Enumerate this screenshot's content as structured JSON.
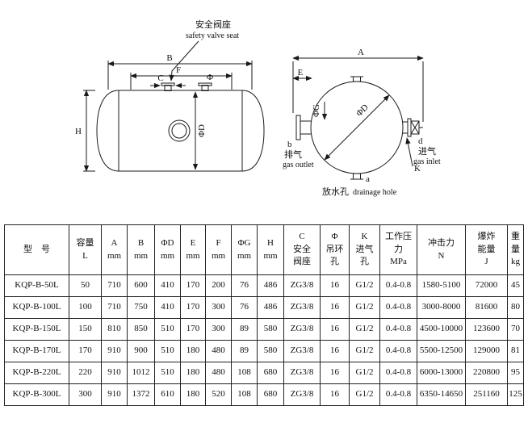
{
  "colors": {
    "line": "#1a1a1a",
    "text": "#111111",
    "background": "#ffffff"
  },
  "diagram": {
    "side_view": {
      "callout_zh": "安全阀座",
      "callout_en": "safety valve seat",
      "dim_B": "B",
      "dim_F": "F",
      "dim_C": "C",
      "dim_phi": "Φ",
      "dim_H": "H",
      "dim_phiD": "ΦD"
    },
    "end_view": {
      "dim_A": "A",
      "dim_E": "E",
      "dim_phiG": "ΦG",
      "dim_phiD": "ΦD",
      "dim_K": "K",
      "outlet_letter": "b",
      "outlet_zh": "排气",
      "outlet_en": "gas outlet",
      "inlet_letter": "d",
      "inlet_zh": "进气",
      "inlet_en": "gas inlet",
      "drain_letter": "a",
      "drain_zh": "放水孔",
      "drain_en": "drainage hole"
    }
  },
  "table": {
    "headers": [
      [
        "型　号"
      ],
      [
        "容量",
        "L"
      ],
      [
        "A",
        "mm"
      ],
      [
        "B",
        "mm"
      ],
      [
        "ΦD",
        "mm"
      ],
      [
        "E",
        "mm"
      ],
      [
        "F",
        "mm"
      ],
      [
        "ΦG",
        "mm"
      ],
      [
        "H",
        "mm"
      ],
      [
        "C",
        "安全",
        "阀座"
      ],
      [
        "Φ",
        "吊环",
        "孔"
      ],
      [
        "K",
        "进气",
        "孔"
      ],
      [
        "工作压",
        "力",
        "MPa"
      ],
      [
        "冲击力",
        "N"
      ],
      [
        "爆炸",
        "能量",
        "J"
      ],
      [
        "重",
        "量",
        "kg"
      ]
    ],
    "rows": [
      [
        "KQP-B-50L",
        "50",
        "710",
        "600",
        "410",
        "170",
        "200",
        "76",
        "486",
        "ZG3/8",
        "16",
        "G1/2",
        "0.4-0.8",
        "1580-5100",
        "72000",
        "45"
      ],
      [
        "KQP-B-100L",
        "100",
        "710",
        "750",
        "410",
        "170",
        "300",
        "76",
        "486",
        "ZG3/8",
        "16",
        "G1/2",
        "0.4-0.8",
        "3000-8000",
        "81600",
        "80"
      ],
      [
        "KQP-B-150L",
        "150",
        "810",
        "850",
        "510",
        "170",
        "300",
        "89",
        "580",
        "ZG3/8",
        "16",
        "G1/2",
        "0.4-0.8",
        "4500-10000",
        "123600",
        "70"
      ],
      [
        "KQP-B-170L",
        "170",
        "910",
        "900",
        "510",
        "180",
        "480",
        "89",
        "580",
        "ZG3/8",
        "16",
        "G1/2",
        "0.4-0.8",
        "5500-12500",
        "129000",
        "81"
      ],
      [
        "KQP-B-220L",
        "220",
        "910",
        "1012",
        "510",
        "180",
        "480",
        "108",
        "680",
        "ZG3/8",
        "16",
        "G1/2",
        "0.4-0.8",
        "6000-13000",
        "220800",
        "95"
      ],
      [
        "KQP-B-300L",
        "300",
        "910",
        "1372",
        "610",
        "180",
        "520",
        "108",
        "680",
        "ZG3/8",
        "16",
        "G1/2",
        "0.4-0.8",
        "6350-14650",
        "251160",
        "125"
      ]
    ]
  }
}
